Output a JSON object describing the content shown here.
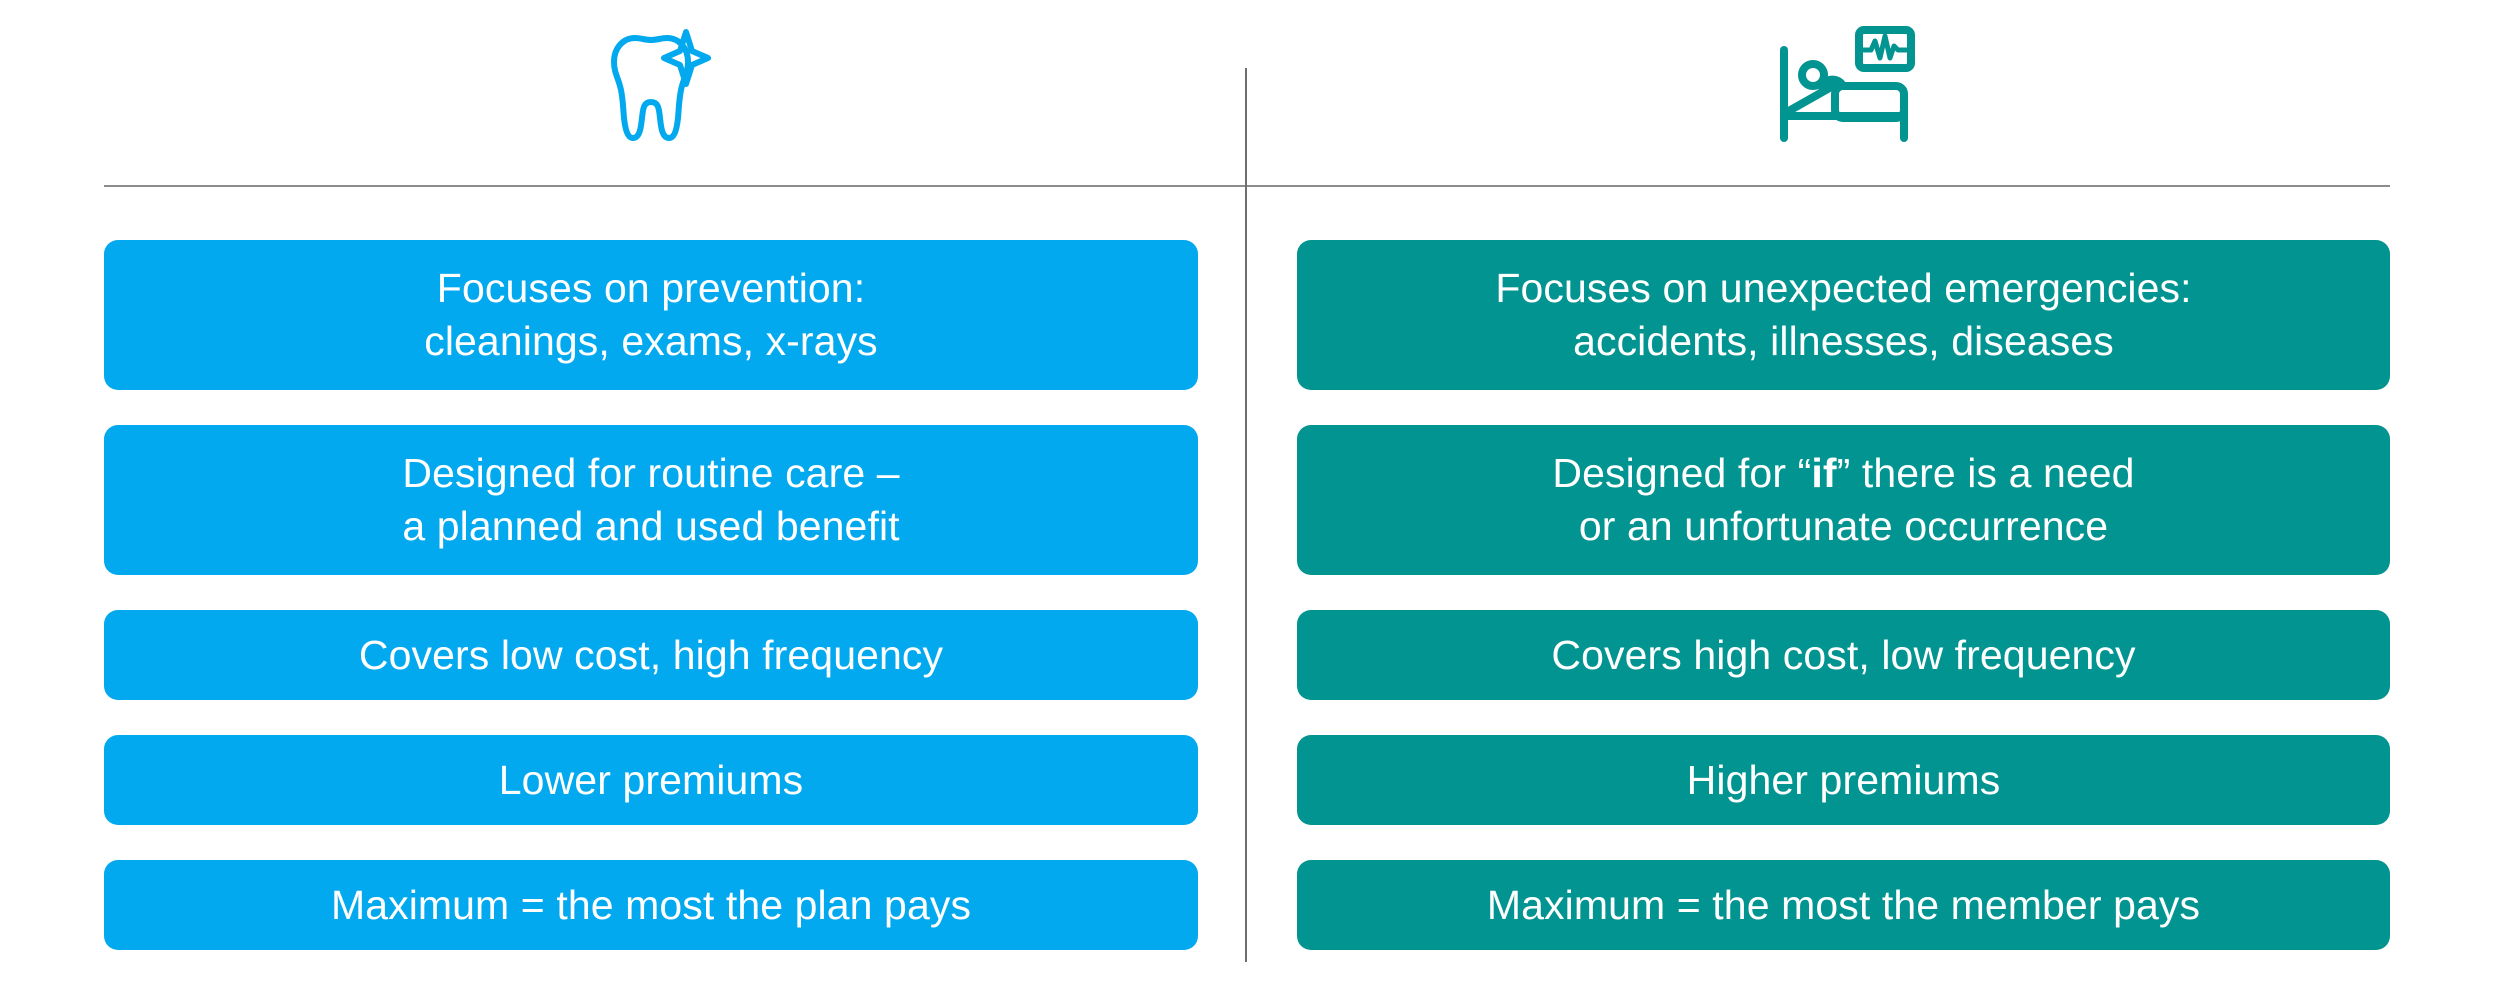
{
  "layout": {
    "background": "#ffffff",
    "divider_color": "#8c8c8c",
    "columns": 2
  },
  "colors": {
    "left_accent": "#03a9ef",
    "right_accent": "#029490",
    "pill_text": "#ffffff"
  },
  "left_column": {
    "icon": "tooth-sparkle-icon",
    "icon_color": "#03a9ef",
    "items": [
      {
        "id": "focus",
        "lines": [
          "Focuses on prevention:",
          "cleanings, exams, x-rays"
        ],
        "text": "Focuses on prevention: cleanings, exams, x-rays"
      },
      {
        "id": "design",
        "lines": [
          "Designed for routine care –",
          "a planned and used benefit"
        ],
        "text": "Designed for routine care – a planned and used benefit"
      },
      {
        "id": "coverage",
        "lines": [
          "Covers low cost, high frequency"
        ],
        "text": "Covers low cost, high frequency"
      },
      {
        "id": "premiums",
        "lines": [
          "Lower premiums"
        ],
        "text": "Lower premiums"
      },
      {
        "id": "maximum",
        "lines": [
          "Maximum = the most the plan pays"
        ],
        "text": "Maximum = the most the plan pays"
      }
    ]
  },
  "right_column": {
    "icon": "hospital-bed-patient-monitor-icon",
    "icon_color": "#029490",
    "items": [
      {
        "id": "focus",
        "lines": [
          "Focuses on unexpected emergencies:",
          "accidents, illnesses, diseases"
        ],
        "text": "Focuses on unexpected emergencies: accidents, illnesses, diseases"
      },
      {
        "id": "design",
        "line1_prefix": "Designed for “",
        "line1_bold": "if",
        "line1_suffix": "” there is a need",
        "line2": "or an unfortunate occurrence",
        "text": "Designed for “if” there is a need or an unfortunate occurrence"
      },
      {
        "id": "coverage",
        "lines": [
          "Covers high cost, low frequency"
        ],
        "text": "Covers high cost, low frequency"
      },
      {
        "id": "premiums",
        "lines": [
          "Higher premiums"
        ],
        "text": "Higher premiums"
      },
      {
        "id": "maximum",
        "lines": [
          "Maximum = the most the member pays"
        ],
        "text": "Maximum = the most the member pays"
      }
    ]
  }
}
